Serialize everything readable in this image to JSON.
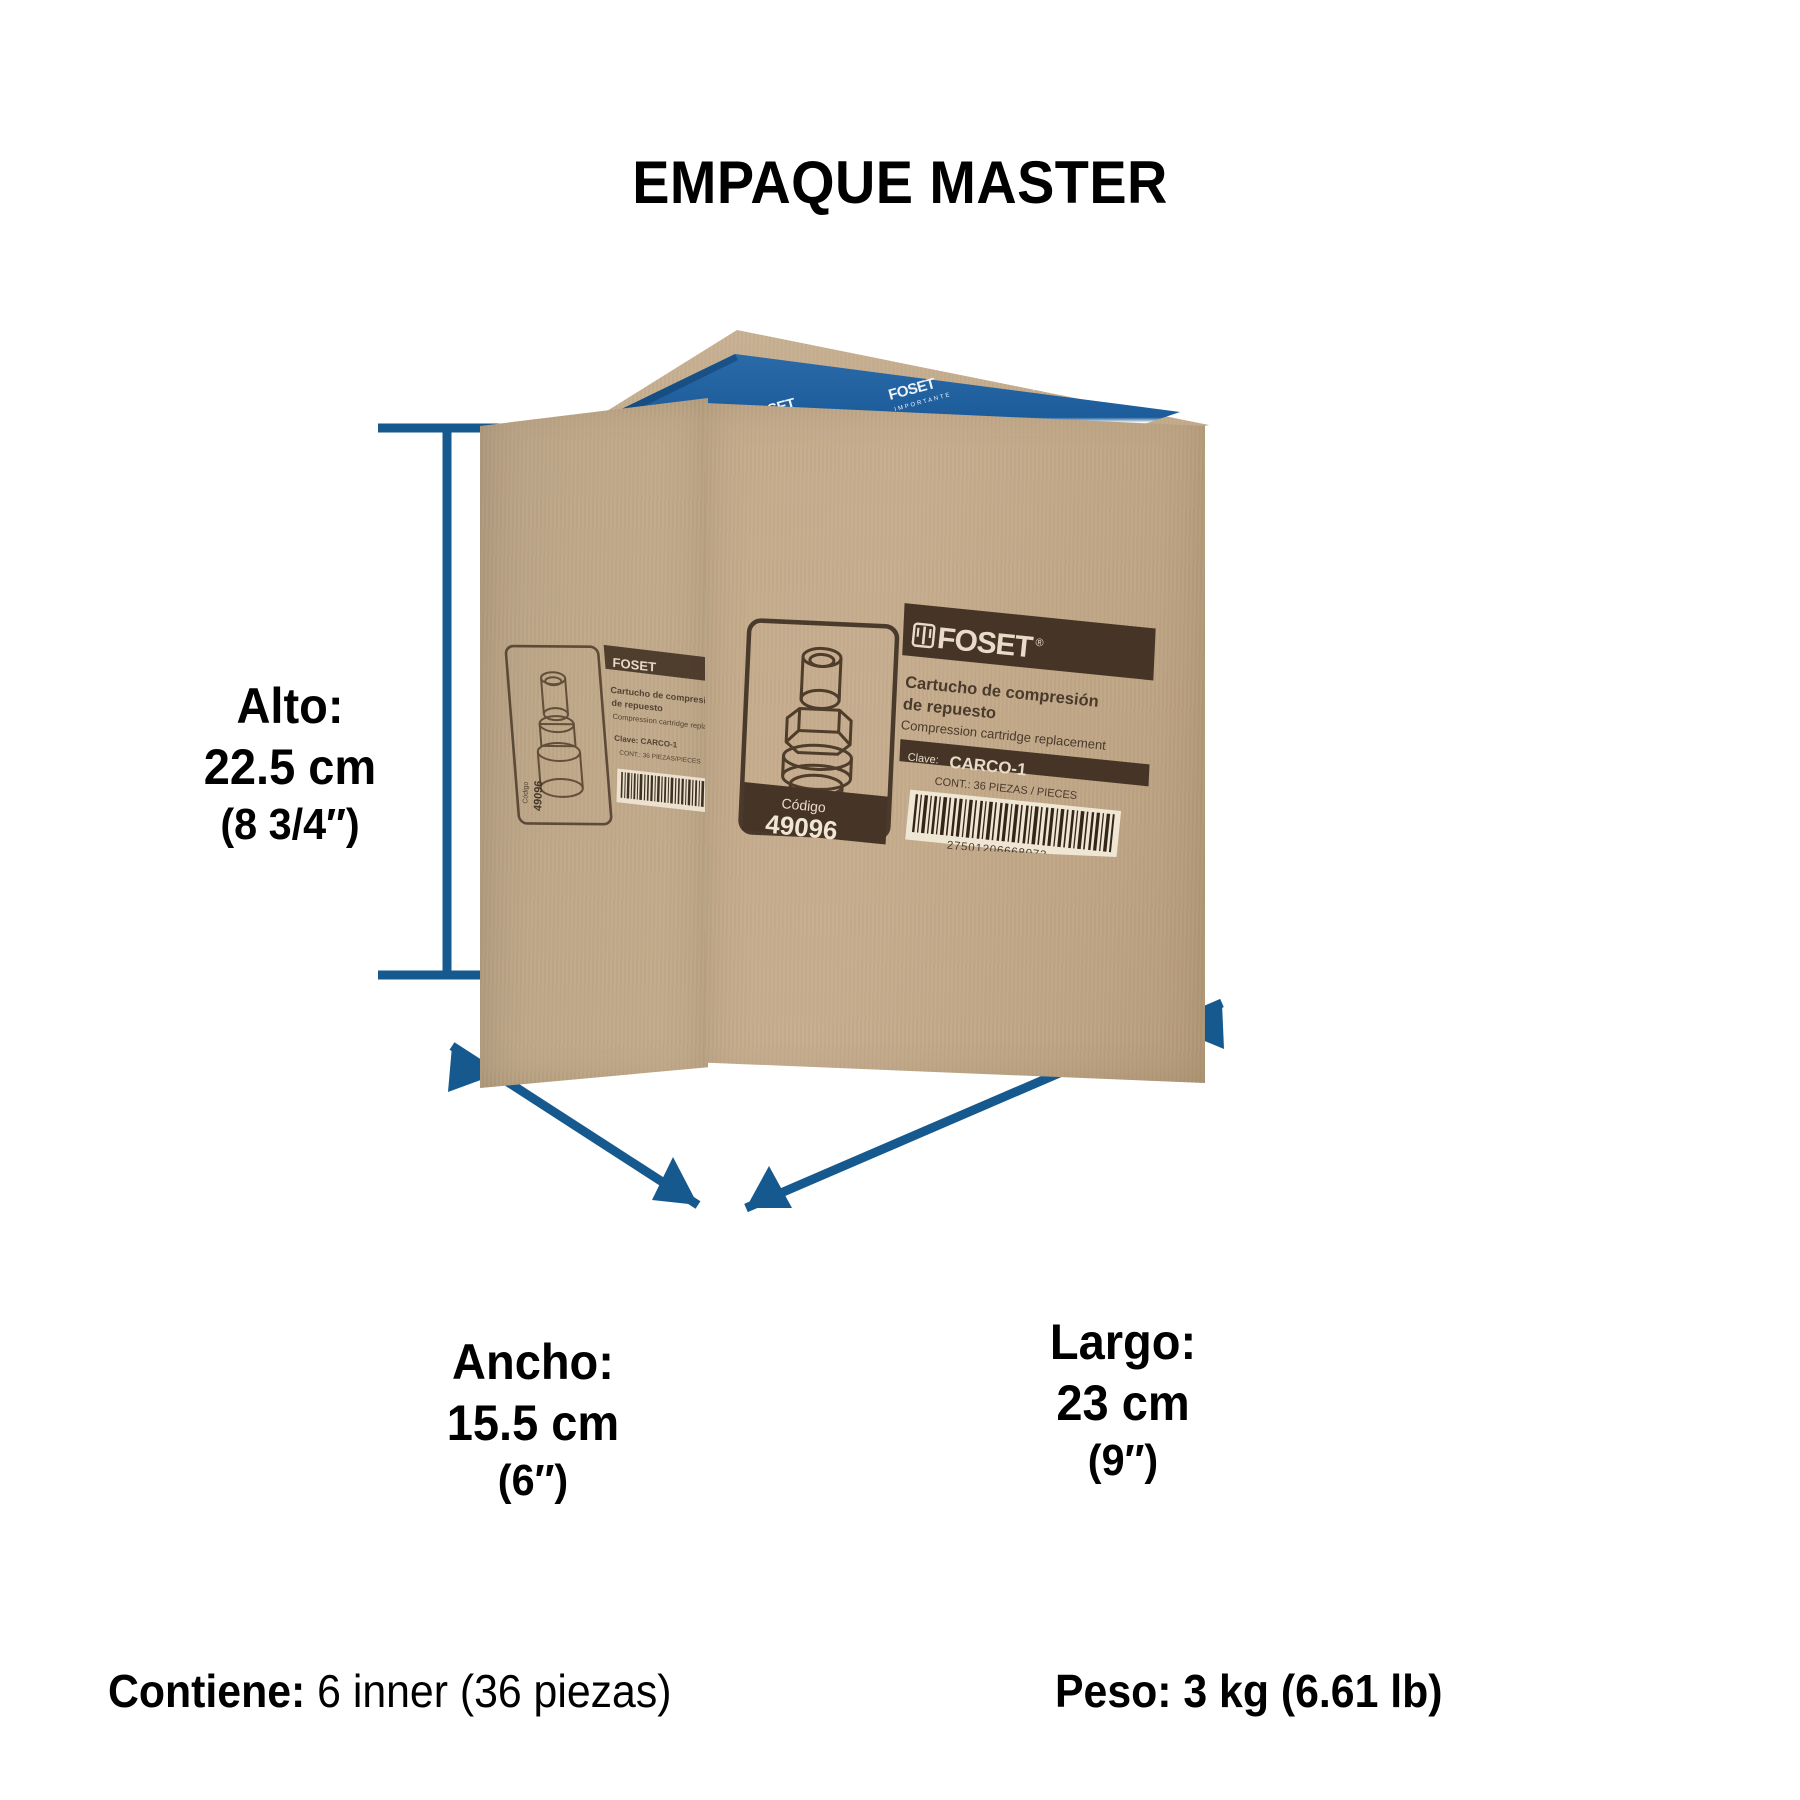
{
  "title": "EMPAQUE MASTER",
  "dimensions": {
    "height": {
      "name": "Alto:",
      "metric": "22.5 cm",
      "imperial": "(8 3/4″)"
    },
    "width": {
      "name": "Ancho:",
      "metric": "15.5 cm",
      "imperial": "(6″)"
    },
    "length": {
      "name": "Largo:",
      "metric": "23 cm",
      "imperial": "(9″)"
    }
  },
  "footer": {
    "contains_label": "Contiene:",
    "contains_value": "6 inner (36 piezas)",
    "weight_label": "Peso:",
    "weight_value": "3 kg (6.61 lb)"
  },
  "box": {
    "material": "corrugated-cardboard",
    "tape": {
      "color": "#1f5fa0",
      "brand": "FOSET",
      "notice": "IMPORTANTE",
      "repeat_count": 4
    },
    "front_label": {
      "brand": "FOSET",
      "registered": "®",
      "product_es": "Cartucho de compresión",
      "product_es_2": "de repuesto",
      "product_en": "Compression cartridge replacement",
      "clave_label": "Clave:",
      "clave_value": "CARCO-1",
      "cont_text": "CONT.: 36 PIEZAS / PIECES",
      "barcode_number": "27501206668072",
      "codigo_label": "Código",
      "codigo_value": "49096"
    },
    "side_label": {
      "brand": "FOSET",
      "product_es": "Cartucho de compresión",
      "product_es_2": "de repuesto",
      "product_en": "Compression cartridge replacement",
      "clave_label": "Clave:",
      "clave_value": "CARCO-1",
      "cont_text": "CONT.: 36 PIEZAS / PIECES",
      "codigo_label": "Código",
      "codigo_value": "49096"
    }
  },
  "colors": {
    "accent_blue": "#15598f",
    "cardboard": "#c2a886",
    "label_dark": "#463527",
    "text": "#000000"
  }
}
